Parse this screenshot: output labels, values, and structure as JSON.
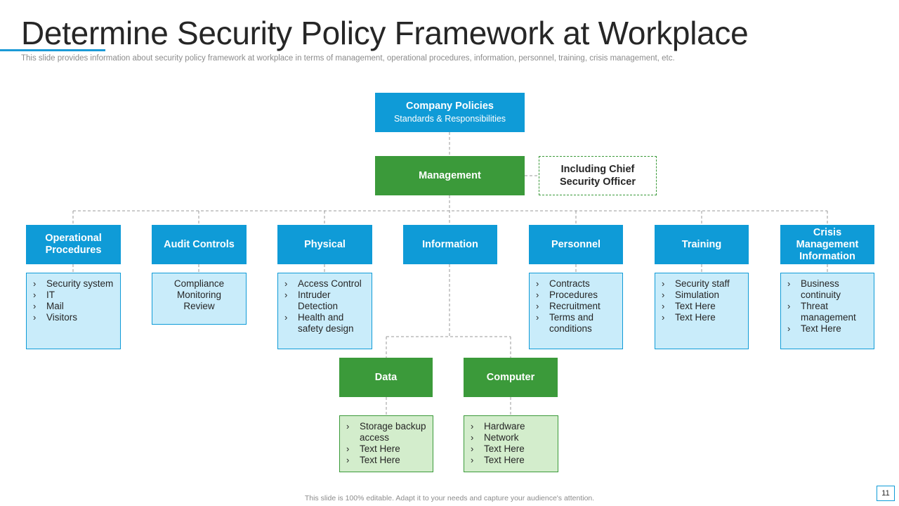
{
  "slide": {
    "title": "Determine Security Policy Framework at Workplace",
    "subtitle": "This slide provides information about security policy framework at workplace in terms of management, operational procedures, information, personnel, training, crisis management, etc.",
    "footer": "This slide is 100% editable. Adapt it to your needs and capture your audience's attention.",
    "page_number": "11"
  },
  "colors": {
    "blue": "#0f9bd7",
    "green": "#3b9a3a",
    "light_blue": "#c9ecfa",
    "light_green": "#d3edcc",
    "accent": "#1b9ad6"
  },
  "diagram": {
    "root": {
      "title": "Company Policies",
      "subtitle": "Standards & Responsibilities"
    },
    "management": {
      "title": "Management"
    },
    "note": {
      "line1": "Including Chief",
      "line2": "Security Officer"
    },
    "categories": [
      {
        "title_line1": "Operational",
        "title_line2": "Procedures",
        "items": [
          "Security system",
          "IT",
          "Mail",
          "Visitors"
        ]
      },
      {
        "title_line1": "Audit Controls",
        "text_lines": [
          "Compliance",
          "Monitoring",
          "Review"
        ]
      },
      {
        "title_line1": "Physical",
        "items": [
          "Access Control",
          "Intruder Detection",
          "Health and safety design"
        ]
      },
      {
        "title_line1": "Information"
      },
      {
        "title_line1": "Personnel",
        "items": [
          "Contracts",
          "Procedures",
          "Recruitment",
          "Terms and conditions"
        ]
      },
      {
        "title_line1": "Training",
        "items": [
          "Security staff",
          "Simulation",
          "Text Here",
          "Text Here"
        ]
      },
      {
        "title_line1": "Crisis",
        "title_line2": "Management",
        "title_line3": "Information",
        "items": [
          "Business continuity",
          "Threat management",
          "Text Here"
        ]
      }
    ],
    "sub_categories": [
      {
        "title": "Data",
        "items": [
          "Storage backup access",
          "Text Here",
          "Text Here"
        ]
      },
      {
        "title": "Computer",
        "items": [
          "Hardware",
          "Network",
          "Text Here",
          "Text Here"
        ]
      }
    ]
  }
}
